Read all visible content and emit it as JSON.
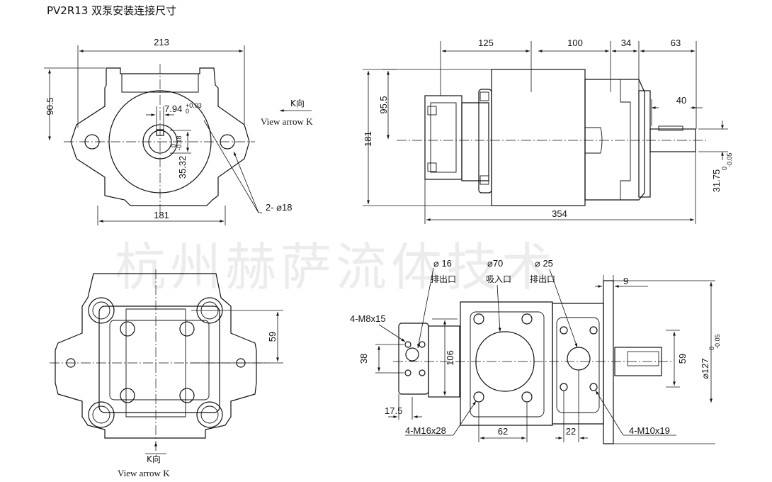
{
  "title": "PV2R13 双泵安装连接尺寸",
  "watermark": "杭州赫萨流体技术",
  "top_left_view": {
    "dim_width": "213",
    "dim_height": "90.5",
    "dim_key": "7.94",
    "dim_key_tol_upper": "+0.03",
    "dim_key_tol_lower": "0",
    "dim_shaft": "35.32",
    "dim_shaft_tol_upper": "0",
    "dim_shaft_tol_lower": "-0.18",
    "dim_bottom": "181",
    "mount_holes": "2- ⌀18",
    "arrow_label": "K向",
    "arrow_caption": "View arrow K"
  },
  "top_right_view": {
    "dim_125": "125",
    "dim_100": "100",
    "dim_34": "34",
    "dim_63": "63",
    "dim_40": "40",
    "dim_95_5": "95.5",
    "dim_181": "181",
    "dim_354": "354",
    "dim_shaft": "31.75",
    "dim_shaft_tol_upper": "0",
    "dim_shaft_tol_lower": "-0.05"
  },
  "bottom_left_view": {
    "dim_59": "59",
    "arrow_label": "K向",
    "arrow_caption": "View arrow K"
  },
  "bottom_right_view": {
    "port1_dia": "⌀ 16",
    "port1_name": "排出口",
    "port2_dia": "⌀70",
    "port2_name": "吸入口",
    "port3_dia": "⌀ 25",
    "port3_name": "排出口",
    "dim_9": "9",
    "thread1": "4-M8x15",
    "dim_38": "38",
    "dim_106": "106",
    "dim_59": "59",
    "dim_127": "⌀127",
    "dim_127_tol_upper": "0",
    "dim_127_tol_lower": "-0.05",
    "dim_17_5": "17.5",
    "thread2": "4-M16x28",
    "dim_62": "62",
    "dim_22": "22",
    "thread3": "4-M10x19"
  }
}
